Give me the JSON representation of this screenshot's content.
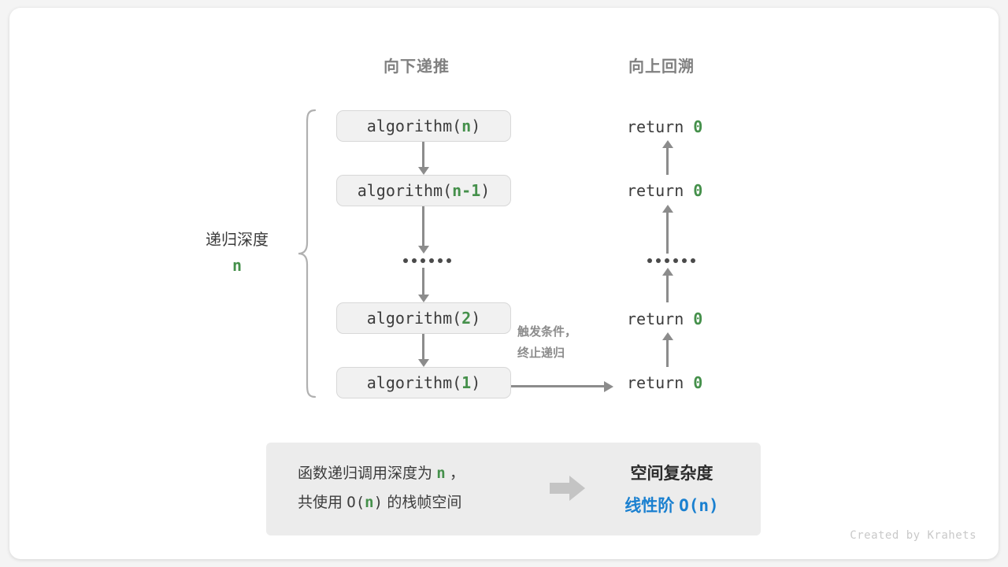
{
  "headers": {
    "down": "向下递推",
    "up": "向上回溯"
  },
  "depth": {
    "label": "递归深度",
    "value": "n"
  },
  "calls": [
    {
      "fn": "algorithm(",
      "arg": "n",
      "close": ")"
    },
    {
      "fn": "algorithm(",
      "arg": "n-1",
      "close": ")"
    },
    {
      "fn": "algorithm(",
      "arg": "2",
      "close": ")"
    },
    {
      "fn": "algorithm(",
      "arg": "1",
      "close": ")"
    }
  ],
  "ellipsis_dots": 6,
  "returns": [
    {
      "text": "return ",
      "value": "0"
    },
    {
      "text": "return ",
      "value": "0"
    },
    {
      "text": "return ",
      "value": "0"
    },
    {
      "text": "return ",
      "value": "0"
    }
  ],
  "trigger_note": {
    "line1": "触发条件，",
    "line2": "终止递归"
  },
  "summary": {
    "left_line1_a": "函数递归调用深度为 ",
    "left_line1_n": "n",
    "left_line1_b": " ，",
    "left_line2_a": "共使用 ",
    "left_line2_o": "O(",
    "left_line2_n": "n",
    "left_line2_c": ")",
    "left_line2_b": " 的栈帧空间",
    "arrow": "right-arrow-icon",
    "right_title": "空间复杂度",
    "right_value_label": "线性阶 ",
    "right_value_expr": "O(n)"
  },
  "footer": "Created by Krahets",
  "colors": {
    "green": "#45904b",
    "blue": "#1a80d0",
    "gray_arrow": "#8c8c8c",
    "box_bg": "#f1f1f1",
    "panel_bg": "#ececec",
    "heading_gray": "#808080"
  }
}
